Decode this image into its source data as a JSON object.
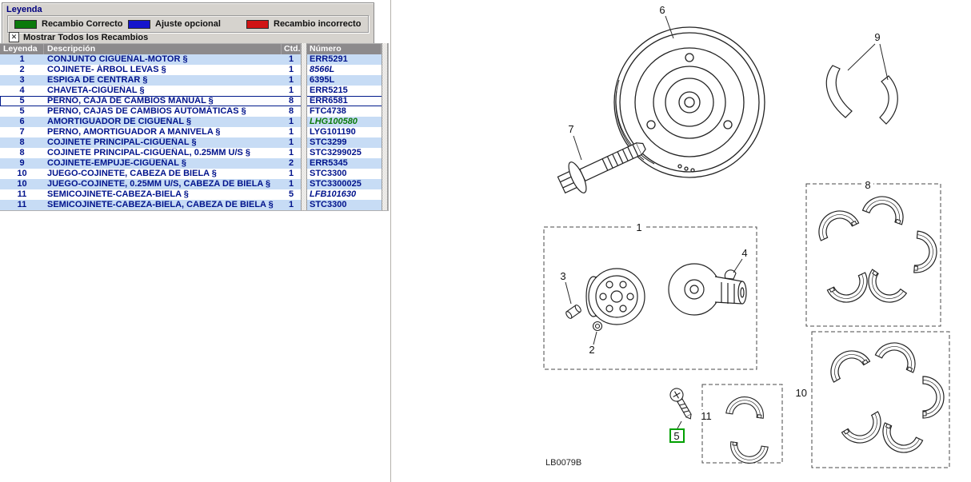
{
  "legend_panel": {
    "title": "Leyenda",
    "items": [
      {
        "label": "Recambio Correcto",
        "color": "#0b7a0b"
      },
      {
        "label": "Ajuste opcional",
        "color": "#1515cc"
      },
      {
        "label": "Recambio incorrecto",
        "color": "#d01414"
      }
    ],
    "checkbox": {
      "label": "Mostrar Todos los Recambios",
      "checked": true
    }
  },
  "table": {
    "columns": [
      "Leyenda",
      "Descripción",
      "Ctd.",
      "Número"
    ],
    "rows": [
      {
        "legend": "1",
        "desc": "CONJUNTO CIGÜEÑAL-MOTOR §",
        "qty": "1",
        "number": "ERR5291"
      },
      {
        "legend": "2",
        "desc": "COJINETE- ÁRBOL LEVAS §",
        "qty": "1",
        "number": "8566L",
        "italic": true
      },
      {
        "legend": "3",
        "desc": "ESPIGA DE CENTRAR §",
        "qty": "1",
        "number": "6395L"
      },
      {
        "legend": "4",
        "desc": "CHAVETA-CIGÜEÑAL §",
        "qty": "1",
        "number": "ERR5215"
      },
      {
        "legend": "5",
        "desc": "PERNO, CAJA DE CAMBIOS MANUAL §",
        "qty": "8",
        "number": "ERR6581",
        "selected": true
      },
      {
        "legend": "5",
        "desc": "PERNO, CAJAS DE CAMBIOS AUTOMÁTICAS §",
        "qty": "8",
        "number": "FTC4738"
      },
      {
        "legend": "6",
        "desc": "AMORTIGUADOR DE CIGÜEÑAL §",
        "qty": "1",
        "number": "LHG100580",
        "italic": true,
        "number_color": "#0b7a0b"
      },
      {
        "legend": "7",
        "desc": "PERNO, AMORTIGUADOR A MANIVELA §",
        "qty": "1",
        "number": "LYG101190"
      },
      {
        "legend": "8",
        "desc": "COJINETE PRINCIPAL-CIGÜEÑAL §",
        "qty": "1",
        "number": "STC3299"
      },
      {
        "legend": "8",
        "desc": "COJINETE PRINCIPAL-CIGÜEÑAL, 0.25MM U/S §",
        "qty": "1",
        "number": "STC3299025"
      },
      {
        "legend": "9",
        "desc": "COJINETE-EMPUJE-CIGÜEÑAL §",
        "qty": "2",
        "number": "ERR5345"
      },
      {
        "legend": "10",
        "desc": "JUEGO-COJINETE, CABEZA DE BIELA §",
        "qty": "1",
        "number": "STC3300"
      },
      {
        "legend": "10",
        "desc": "JUEGO-COJINETE, 0.25MM U/S, CABEZA DE BIELA §",
        "qty": "1",
        "number": "STC3300025"
      },
      {
        "legend": "11",
        "desc": "SEMICOJINETE-CABEZA-BIELA §",
        "qty": "5",
        "number": "LFB101630",
        "italic": true
      },
      {
        "legend": "11",
        "desc": "SEMICOJINETE-CABEZA-BIELA, CABEZA DE BIELA §",
        "qty": "1",
        "number": "STC3300"
      }
    ]
  },
  "diagram": {
    "code": "LB0079B",
    "highlighted_callout": "5",
    "highlight_color": "#00a000",
    "labels": {
      "n1": "1",
      "n2": "2",
      "n3": "3",
      "n4": "4",
      "n5": "5",
      "n6": "6",
      "n7": "7",
      "n8": "8",
      "n9": "9",
      "n10": "10",
      "n11": "11"
    }
  }
}
